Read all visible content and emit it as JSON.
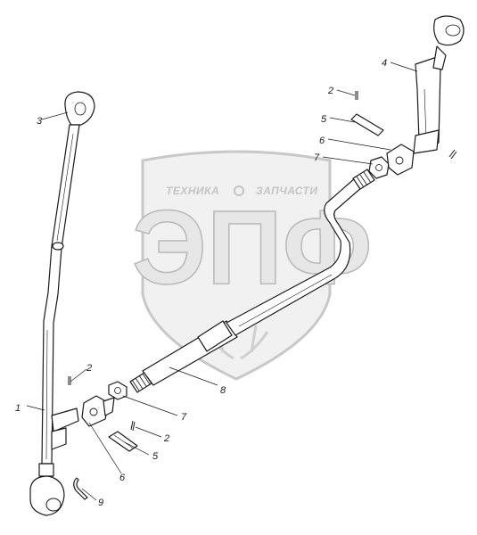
{
  "watermark": {
    "brand_line": "ТЕХНИКА",
    "brand_line_2": "ЗАПЧАСТИ",
    "logo_letters": "ЭПФ"
  },
  "callouts": [
    {
      "id": "c1",
      "label": "1"
    },
    {
      "id": "c2a",
      "label": "2"
    },
    {
      "id": "c2b",
      "label": "2"
    },
    {
      "id": "c2c",
      "label": "2"
    },
    {
      "id": "c3",
      "label": "3"
    },
    {
      "id": "c4",
      "label": "4"
    },
    {
      "id": "c5a",
      "label": "5"
    },
    {
      "id": "c5b",
      "label": "5"
    },
    {
      "id": "c6a",
      "label": "6"
    },
    {
      "id": "c6b",
      "label": "6"
    },
    {
      "id": "c7a",
      "label": "7"
    },
    {
      "id": "c7b",
      "label": "7"
    },
    {
      "id": "c8",
      "label": "8"
    },
    {
      "id": "c9",
      "label": "9"
    }
  ]
}
